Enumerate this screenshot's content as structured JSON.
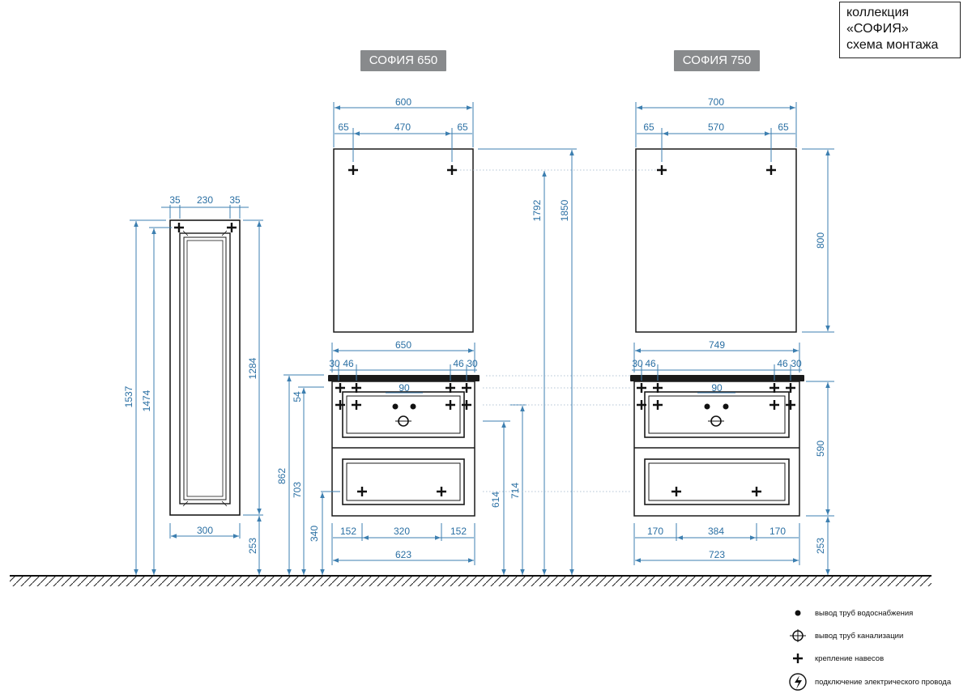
{
  "title": {
    "line1": "коллекция",
    "line2": "«СОФИЯ»",
    "line3": "схема монтажа"
  },
  "models": {
    "left": "СОФИЯ 650",
    "right": "СОФИЯ 750"
  },
  "pencil_case": {
    "top_left": "35",
    "top_mid": "230",
    "top_right": "35",
    "width": "300",
    "height_full": "1537",
    "height_mount": "1474",
    "body_height": "1284",
    "floor_gap": "253"
  },
  "sofia650": {
    "mirror_width": "600",
    "mirror_left": "65",
    "mirror_mid": "470",
    "mirror_right": "65",
    "mirror_mount_height": "1792",
    "top_total": "1850",
    "cabinet_width": "650",
    "c_l1": "30",
    "c_l2": "46",
    "c_r1": "46",
    "c_r2": "30",
    "pipe_spacing": "90",
    "offset_54": "54",
    "h_862": "862",
    "h_703": "703",
    "h_340": "340",
    "h_614": "614",
    "h_714": "714",
    "bottom_left": "152",
    "bottom_mid": "320",
    "bottom_right": "152",
    "bottom_total": "623"
  },
  "sofia750": {
    "mirror_width": "700",
    "mirror_left": "65",
    "mirror_mid": "570",
    "mirror_right": "65",
    "mirror_height": "800",
    "cabinet_width": "749",
    "c_l1": "30",
    "c_l2": "46",
    "c_r1": "46",
    "c_r2": "30",
    "pipe_spacing": "90",
    "cabinet_height": "590",
    "floor_gap": "253",
    "bottom_left": "170",
    "bottom_mid": "384",
    "bottom_right": "170",
    "bottom_total": "723"
  },
  "legend": {
    "water": "вывод труб водоснабжения",
    "sewer": "вывод труб канализации",
    "mount": "крепление навесов",
    "electric": "подключение электрического провода"
  }
}
